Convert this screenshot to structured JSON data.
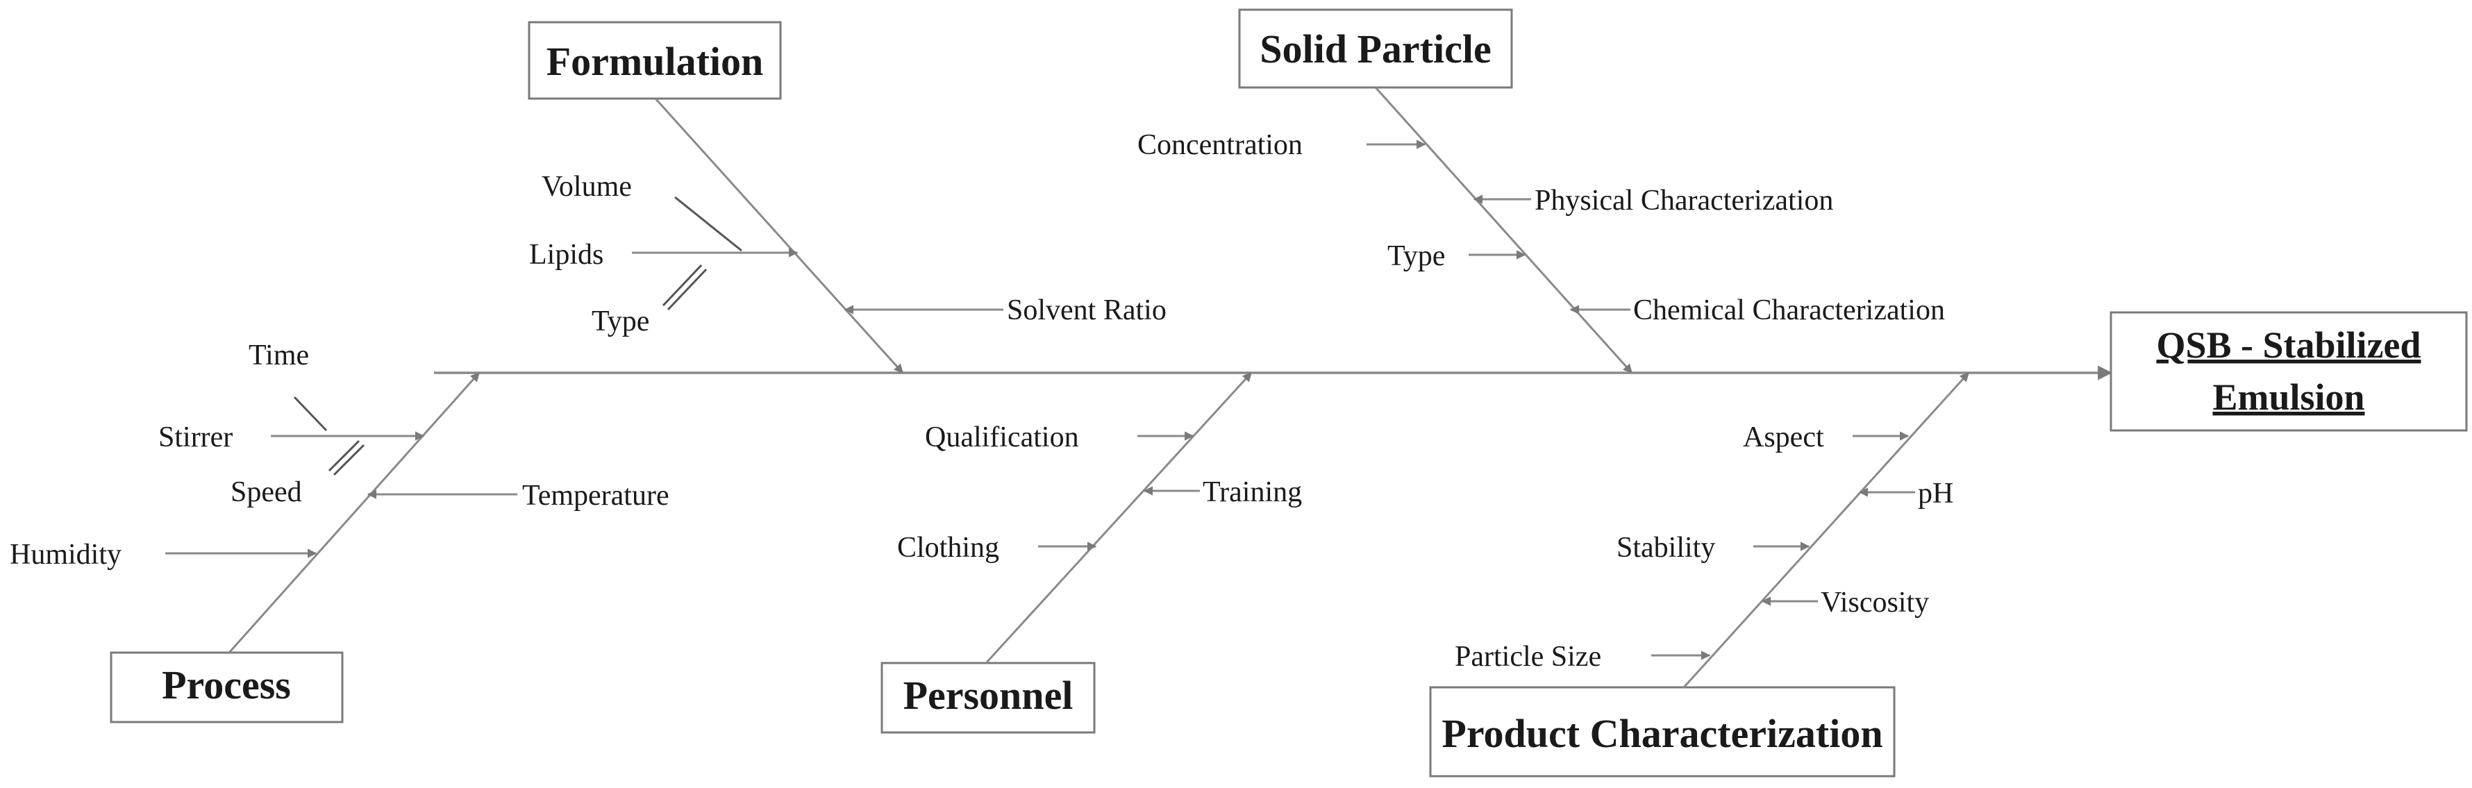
{
  "effect": {
    "line1": "QSB - Stabilized",
    "line2": "Emulsion"
  },
  "categories": {
    "formulation": {
      "title": "Formulation",
      "causes": {
        "volume": "Volume",
        "lipids": "Lipids",
        "type": "Type",
        "solvent_ratio": "Solvent Ratio"
      }
    },
    "solid_particle": {
      "title": "Solid Particle",
      "causes": {
        "concentration": "Concentration",
        "physical": "Physical Characterization",
        "type": "Type",
        "chemical": "Chemical Characterization"
      }
    },
    "process": {
      "title": "Process",
      "causes": {
        "time": "Time",
        "stirrer": "Stirrer",
        "speed": "Speed",
        "temperature": "Temperature",
        "humidity": "Humidity"
      }
    },
    "personnel": {
      "title": "Personnel",
      "causes": {
        "qualification": "Qualification",
        "training": "Training",
        "clothing": "Clothing"
      }
    },
    "product_characterization": {
      "title": "Product Characterization",
      "causes": {
        "aspect": "Aspect",
        "ph": "pH",
        "stability": "Stability",
        "viscosity": "Viscosity",
        "particle_size": "Particle Size"
      }
    }
  },
  "colors": {
    "line": "#8a8a8a",
    "text": "#1a1a1a",
    "box_border": "#7a7a7a"
  }
}
